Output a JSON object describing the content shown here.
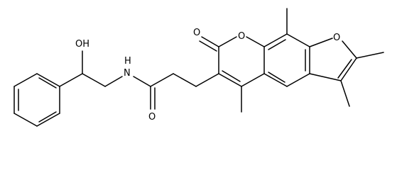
{
  "diagram": {
    "type": "chemical-structure",
    "atom_labels": {
      "hydroxyl": "OH",
      "amide_nitrogen": "H",
      "amide_nitrogen_symbol": "N",
      "carbonyl_oxygen_amide": "O",
      "carbonyl_oxygen_lactone": "O",
      "ring_oxygen_pyranone": "O",
      "ring_oxygen_furan": "O"
    },
    "colors": {
      "bond": "#000000",
      "label": "#000000",
      "background": "#ffffff"
    }
  }
}
